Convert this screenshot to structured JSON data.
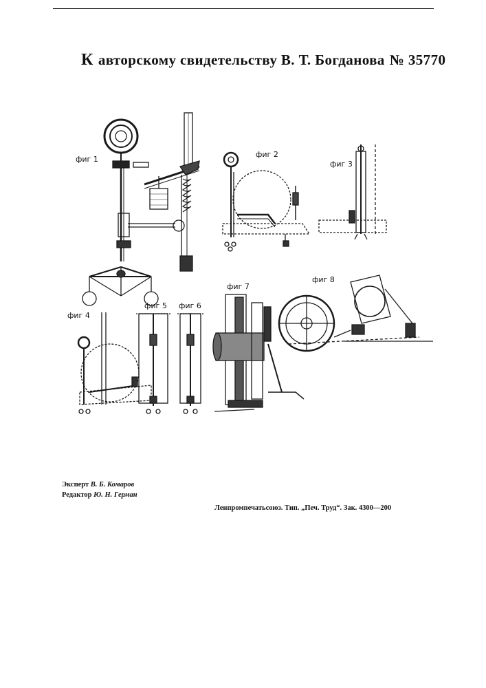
{
  "header": {
    "lead": "К",
    "title": "авторскому свидетельству В. Т. Богданова",
    "number_label": "№ 35770"
  },
  "figures": {
    "fig1": "фиг 1",
    "fig2": "фиг 2",
    "fig3": "фиг 3",
    "fig4": "фиг 4",
    "fig5": "фиг 5",
    "fig6": "фиг 6",
    "fig7": "фиг 7",
    "fig8": "фиг 8"
  },
  "credits": {
    "expert_label": "Эксперт",
    "expert_name": "В. Б. Комаров",
    "editor_label": "Редактор",
    "editor_name": "Ю. Н. Герман"
  },
  "imprint": "Ленпромпечатьсоюз. Тип. „Печ. Труд“. Зак. 4300—200"
}
